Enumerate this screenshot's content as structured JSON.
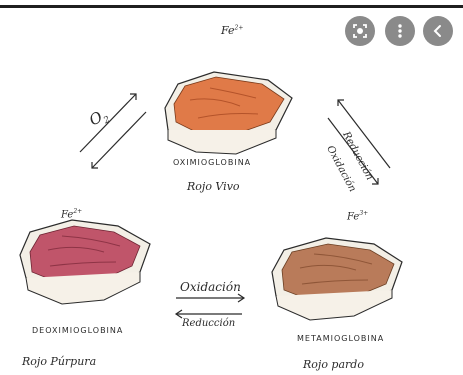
{
  "viewer": {
    "controls": [
      {
        "name": "lens-button",
        "icon": "lens-icon"
      },
      {
        "name": "more-options-button",
        "icon": "vertical-dots-icon"
      },
      {
        "name": "back-button",
        "icon": "chevron-left-icon"
      }
    ]
  },
  "diagram": {
    "top_ion": "Fe",
    "top_ion_charge": "2+",
    "left_ion": "Fe",
    "left_ion_charge": "2+",
    "right_ion": "Fe",
    "right_ion_charge": "3+",
    "oxy": {
      "name": "OXIMIOGLOBINA",
      "color_label": "Rojo Vivo"
    },
    "deoxy": {
      "name": "DEOXIMIOGLOBINA",
      "color_label": "Rojo Púrpura"
    },
    "meta": {
      "name": "METAMIOGLOBINA",
      "color_label": "Rojo pardo"
    },
    "arrow_o2": "O",
    "arrow_o2_sub": "2",
    "arrow_reduccion_right": "Reducción",
    "arrow_oxidacion_right": "Oxidación",
    "arrow_oxidacion_bottom": "Oxidación",
    "arrow_reduccion_bottom": "Reducción",
    "colors": {
      "oxy_meat": "#e07a48",
      "deoxy_meat": "#c0556a",
      "meta_meat": "#b97b5a",
      "fat": "#f3efe6",
      "ink": "#2b2b2b",
      "control_bg": "#8a8a8a"
    }
  }
}
